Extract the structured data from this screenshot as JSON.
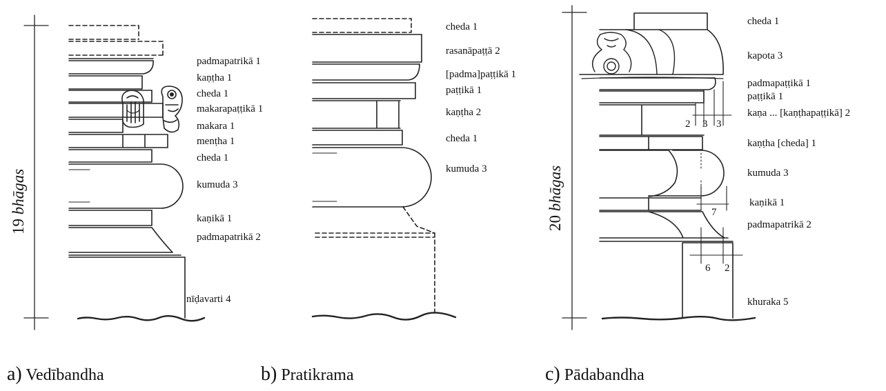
{
  "panels": [
    {
      "caption_letter": "a)",
      "caption_name": "Vedībandha",
      "height_num": "19",
      "height_unit": "bhāgas",
      "labels": [
        "padmapatrikā  1",
        "kaṇṭha  1",
        "cheda  1",
        "makarapaṭṭikā  1",
        "makara  1",
        "menṭha  1",
        "cheda  1",
        "kumuda  3",
        "kaṇikā  1",
        "padmapatrikā  2",
        "nīḍavarti  4"
      ]
    },
    {
      "caption_letter": "b)",
      "caption_name": "Pratikrama",
      "labels": [
        "cheda  1",
        "rasanāpaṭṭā  2",
        "[padma]paṭṭikā  1",
        "paṭṭikā  1",
        "kaṇṭha  2",
        "cheda  1",
        "kumuda  3"
      ]
    },
    {
      "caption_letter": "c)",
      "caption_name": "Pādabandha",
      "height_num": "20",
      "height_unit": "bhāgas",
      "labels": [
        "cheda  1",
        "kapota  3",
        "padmapaṭṭikā  1",
        "paṭṭikā  1",
        "kaṇa ... [kaṇṭhapaṭṭikā]  2",
        "kaṇṭha [cheda]  1",
        "kumuda  3",
        "kaṇikā  1",
        "padmapatrikā  2",
        "khuraka  5"
      ],
      "dimensions": [
        "2",
        "3",
        "3",
        "7",
        "6",
        "2"
      ]
    }
  ]
}
